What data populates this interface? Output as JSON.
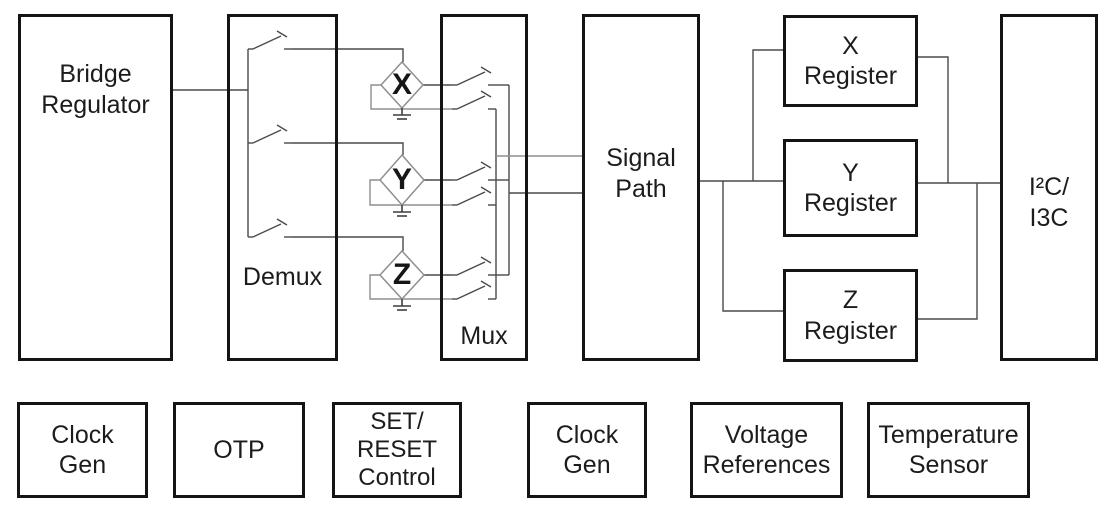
{
  "blocks": {
    "bridge_regulator": "Bridge\nRegulator",
    "demux": "Demux",
    "mux": "Mux",
    "signal_path": "Signal\nPath",
    "i2c_i3c": "I²C/\nI3C",
    "x_register": "X\nRegister",
    "y_register": "Y\nRegister",
    "z_register": "Z\nRegister"
  },
  "sensors": {
    "x": "X",
    "y": "Y",
    "z": "Z"
  },
  "bottom_row": [
    {
      "label": "Clock\nGen"
    },
    {
      "label": "OTP"
    },
    {
      "label": "SET/\nRESET\nControl"
    },
    {
      "label": "Clock\nGen"
    },
    {
      "label": "Voltage\nReferences"
    },
    {
      "label": "Temperature\nSensor"
    }
  ],
  "colors": {
    "background": "#ffffff",
    "box_border": "#141414",
    "text": "#1c1c1c",
    "wire": "#4a4a4a",
    "wire_light": "#8f8f8f"
  }
}
